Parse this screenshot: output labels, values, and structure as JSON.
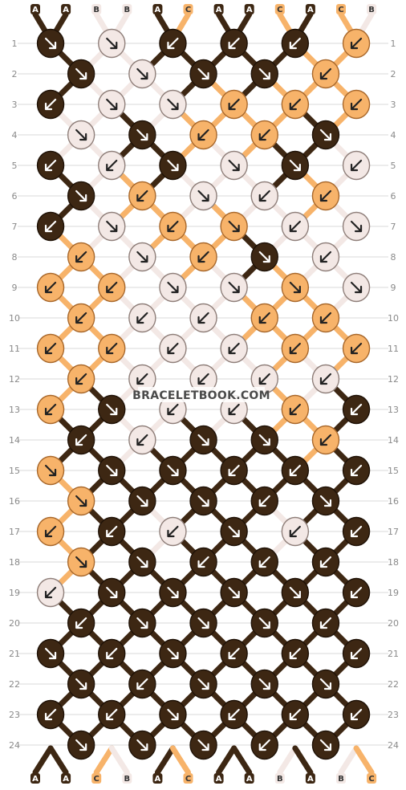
{
  "watermark": "BRACELETBOOK.COM",
  "colors": {
    "A": "#3d2713",
    "B": "#f3e8e5",
    "C": "#f7b36a"
  },
  "top_labels": [
    "A",
    "A",
    "B",
    "B",
    "A",
    "C",
    "A",
    "A",
    "C",
    "A",
    "C",
    "B"
  ],
  "bottom_labels": [
    "A",
    "A",
    "C",
    "B",
    "A",
    "C",
    "A",
    "A",
    "B",
    "A",
    "B",
    "C"
  ],
  "rows": [
    "1",
    "2",
    "3",
    "4",
    "5",
    "6",
    "7",
    "8",
    "9",
    "10",
    "11",
    "12",
    "13",
    "14",
    "15",
    "16",
    "17",
    "18",
    "19",
    "20",
    "21",
    "22",
    "23",
    "24"
  ],
  "knots": {
    "odd_rows": [
      "A:↘ B:↘ A:↙ A:↙ A:↙ C:↙",
      "A:↙ B:↘ B:↘ C:↙ C:↙ C:↙",
      "A:↙ B:↙ A:↘ B:↘ A:↘ B:↙",
      "A:↙ B:↘ C:↙ C:↘ B:↙ B:↘",
      "C:↙ C:↙ B:↘ B:↘ C:↘ B:↘",
      "C:↙ C:↙ B:↙ B:↙ C:↙ C:↙",
      "C:↙ A:↘ B:↙ B:↙ C:↙ A:↙",
      "C:↘ A:↘ A:↘ A:↙ A:↙ A:↙",
      "C:↙ A:↙ B:↙ A:↘ B:↙ A:↙",
      "B:↙ A:↘ A:↘ A:↘ A:↘ A:↙",
      "A:↘ A:↙ A:↘ A:↙ A:↙ A:↙",
      "A:↙ A:↙ A:↘ A:↙ A:↙ A:↙"
    ],
    "even_rows": [
      "A:↘ B:↘ A:↘ A:↘ C:↙",
      "B:↘ A:↘ C:↙ C:↙ A:↘",
      "A:↘ C:↙ B:↘ B:↙ C:↙",
      "C:↙ B:↘ C:↙ A:↘ B:↙",
      "C:↙ B:↙ B:↙ C:↙ C:↙",
      "C:↙ B:↙ B:↙ B:↙ B:↙",
      "A:↙ B:↙ A:↘ A:↘ C:↙",
      "C:↘ A:↘ A:↘ A:↙ A:↘",
      "C:↘ A:↘ A:↙ A:↙ A:↙",
      "A:↙ A:↘ A:↘ A:↘ A:↙",
      "A:↘ A:↙ A:↘ A:↘ A:↘",
      "A:↘ A:↘ A:↘ A:↙ A:↘"
    ]
  }
}
